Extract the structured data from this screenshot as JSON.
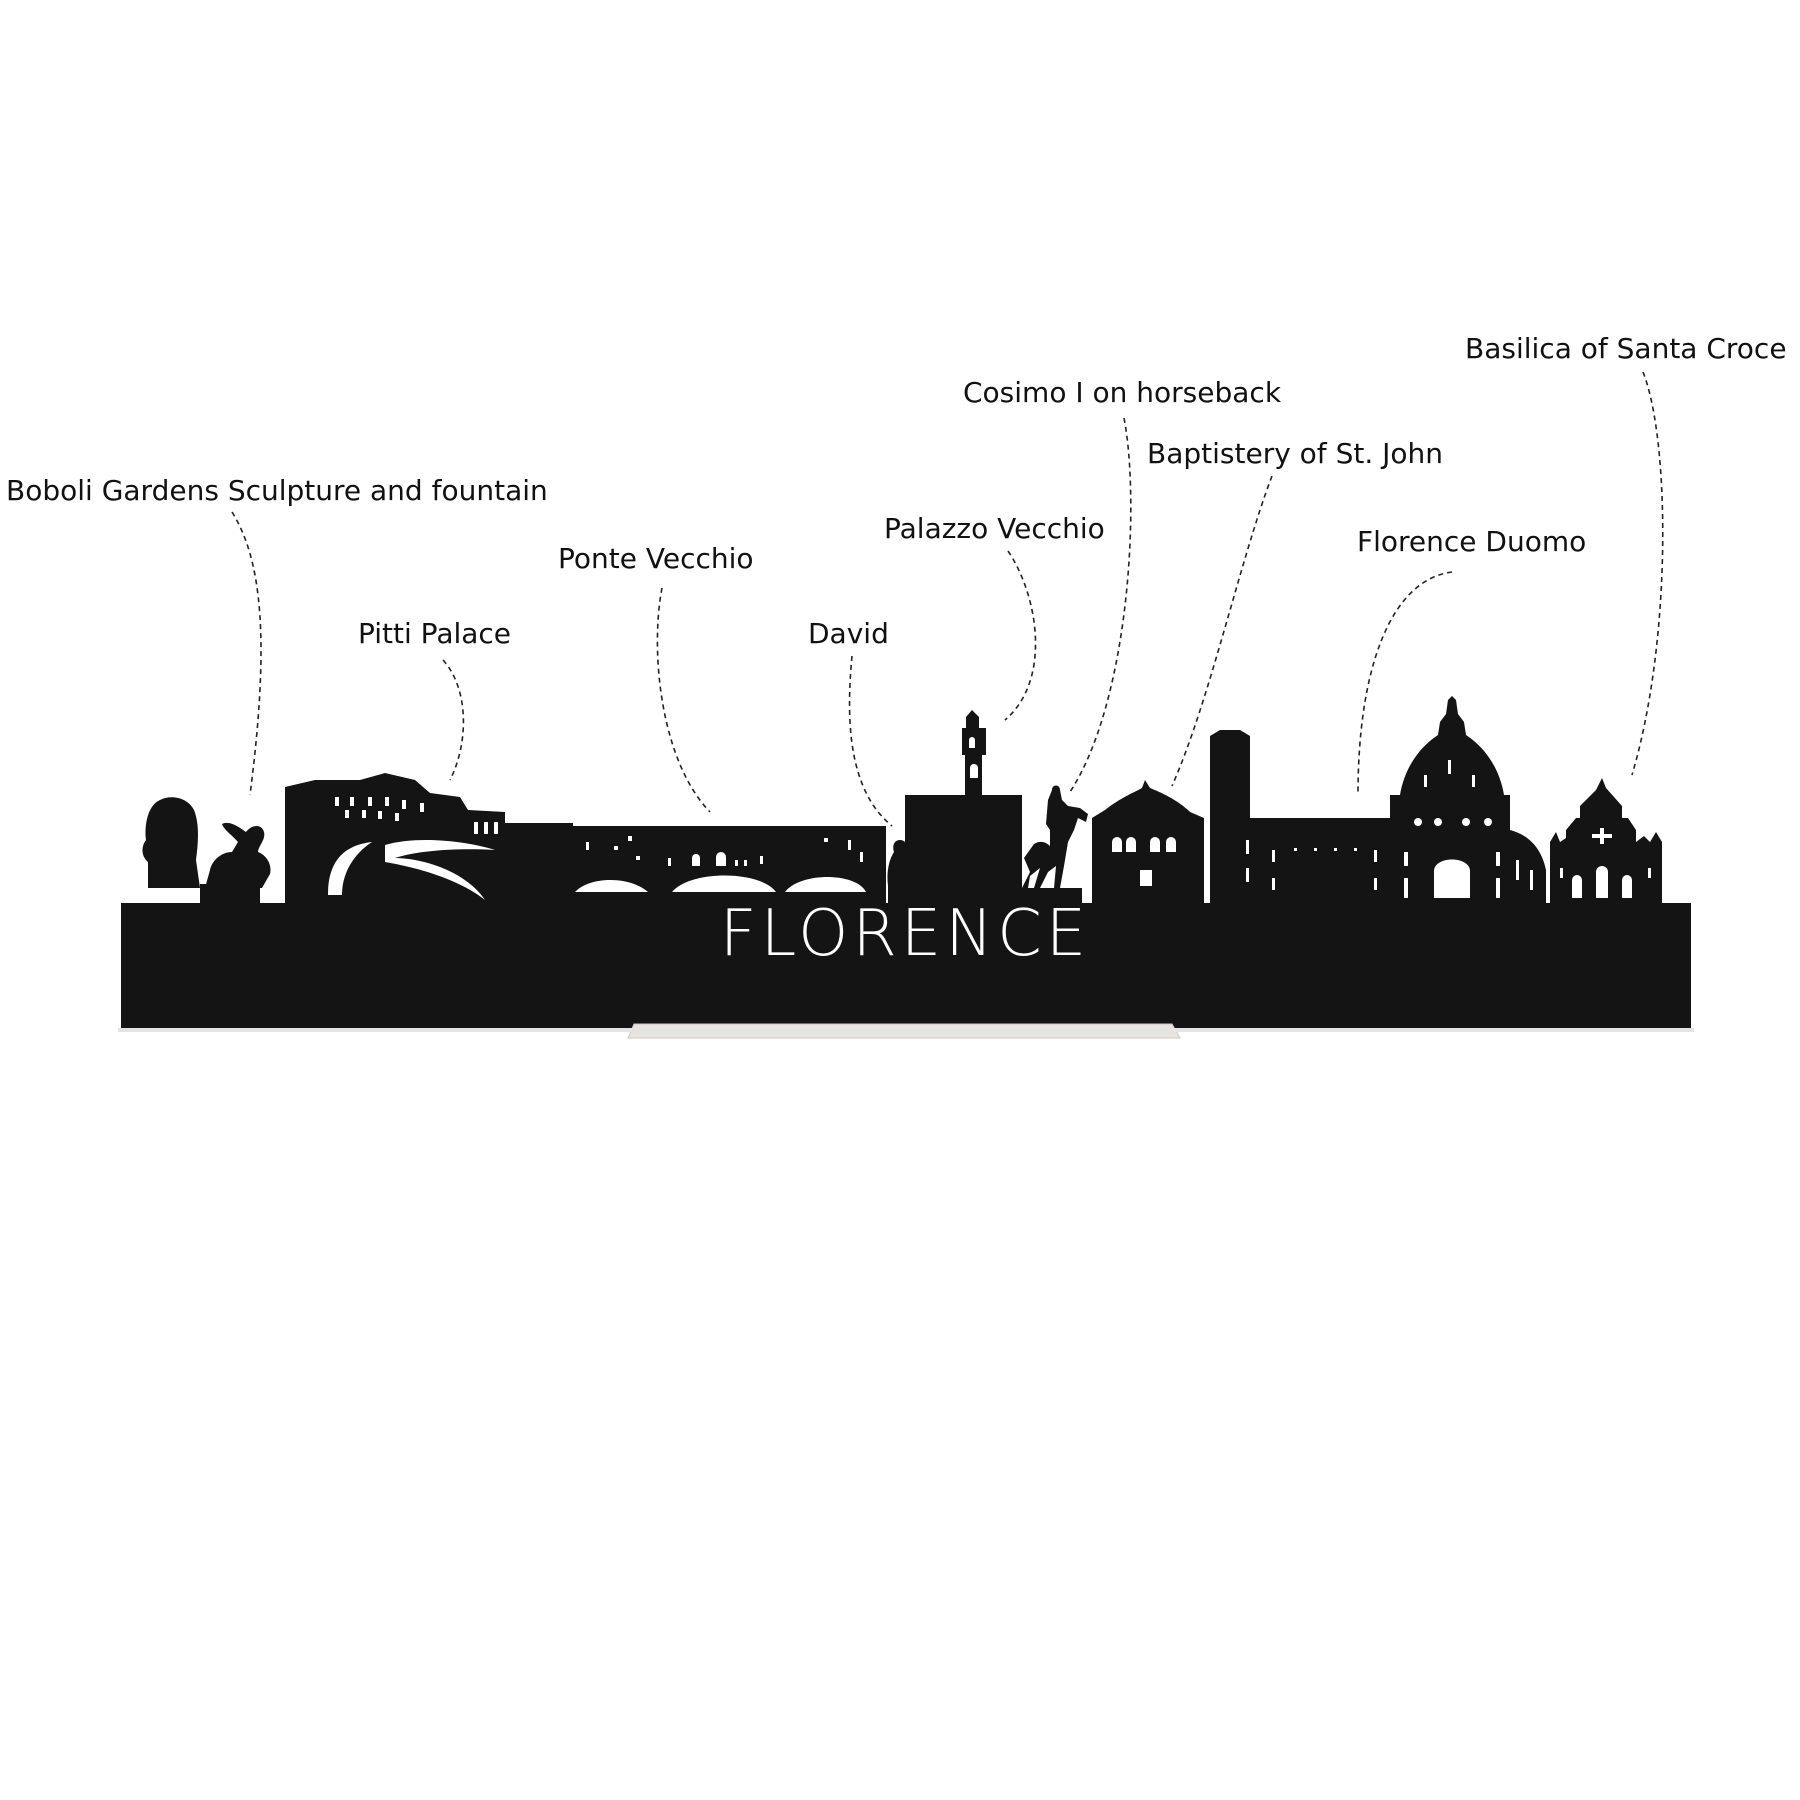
{
  "colors": {
    "silhouette": "#141414",
    "background": "#ffffff",
    "stand": "#e8e4df"
  },
  "city_name": "FLORENCE",
  "labels": [
    {
      "id": "boboli",
      "text": "Boboli Gardens Sculpture and fountain"
    },
    {
      "id": "pitti",
      "text": "Pitti Palace"
    },
    {
      "id": "ponte",
      "text": "Ponte Vecchio"
    },
    {
      "id": "david",
      "text": "David"
    },
    {
      "id": "palazzo",
      "text": "Palazzo Vecchio"
    },
    {
      "id": "cosimo",
      "text": "Cosimo I on horseback"
    },
    {
      "id": "baptistery",
      "text": "Baptistery of St. John"
    },
    {
      "id": "duomo",
      "text": "Florence Duomo"
    },
    {
      "id": "santacroce",
      "text": "Basilica of Santa Croce"
    }
  ]
}
